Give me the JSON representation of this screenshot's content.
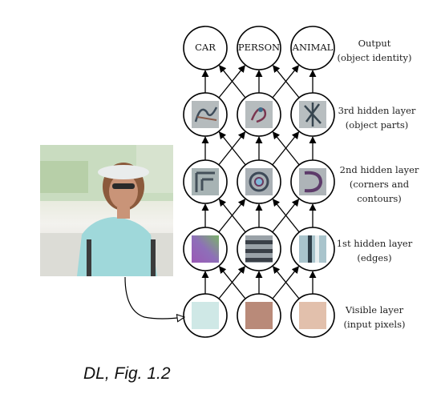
{
  "layers": [
    {
      "id": "output",
      "label_line1": "Output",
      "label_line2": "(object identity)",
      "nodes": [
        "CAR",
        "PERSON",
        "ANIMAL"
      ]
    },
    {
      "id": "hidden3",
      "label_line1": "3rd hidden layer",
      "label_line2": "(object parts)"
    },
    {
      "id": "hidden2",
      "label_line1": "2nd hidden layer",
      "label_line2": "(corners and",
      "label_line3": "contours)"
    },
    {
      "id": "hidden1",
      "label_line1": "1st hidden layer",
      "label_line2": "(edges)"
    },
    {
      "id": "visible",
      "label_line1": "Visible layer",
      "label_line2": "(input pixels)",
      "pixel_colors": [
        "#cfe8e6",
        "#b98a79",
        "#e2c0ac"
      ]
    }
  ],
  "caption": "DL, Fig. 1.2"
}
